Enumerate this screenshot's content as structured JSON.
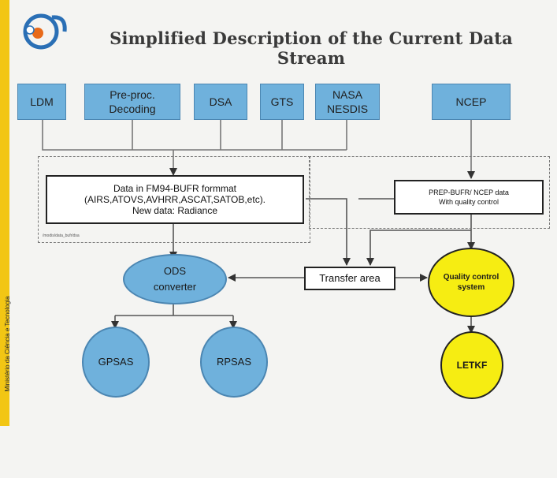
{
  "title": "Simplified Description of the Current Data Stream",
  "sidebar_text": "Ministério da Ciência e Tecnologia",
  "sources": {
    "ldm": "LDM",
    "preproc": "Pre-proc.\nDecoding",
    "dsa": "DSA",
    "gts": "GTS",
    "nasa": "NASA\nNESDIS",
    "ncep": "NCEP"
  },
  "bufr_box": "Data in FM94-BUFR formmat\n(AIRS,ATOVS,AVHRR,ASCAT,SATOB,etc).\nNew data: Radiance",
  "small_label": "/modis/data_bufr/dsa",
  "prepbufr_box": "PREP-BUFR/ NCEP data\nWith quality control",
  "transfer": "Transfer area",
  "ods": "ODS\nconverter",
  "gpsas": "GPSAS",
  "rpsas": "RPSAS",
  "qc": "Quality control\nsystem",
  "letkf": "LETKF",
  "colors": {
    "blue_fill": "#6fb1dc",
    "yellow_fill": "#f6ed12",
    "sidebar": "#f2c614"
  }
}
